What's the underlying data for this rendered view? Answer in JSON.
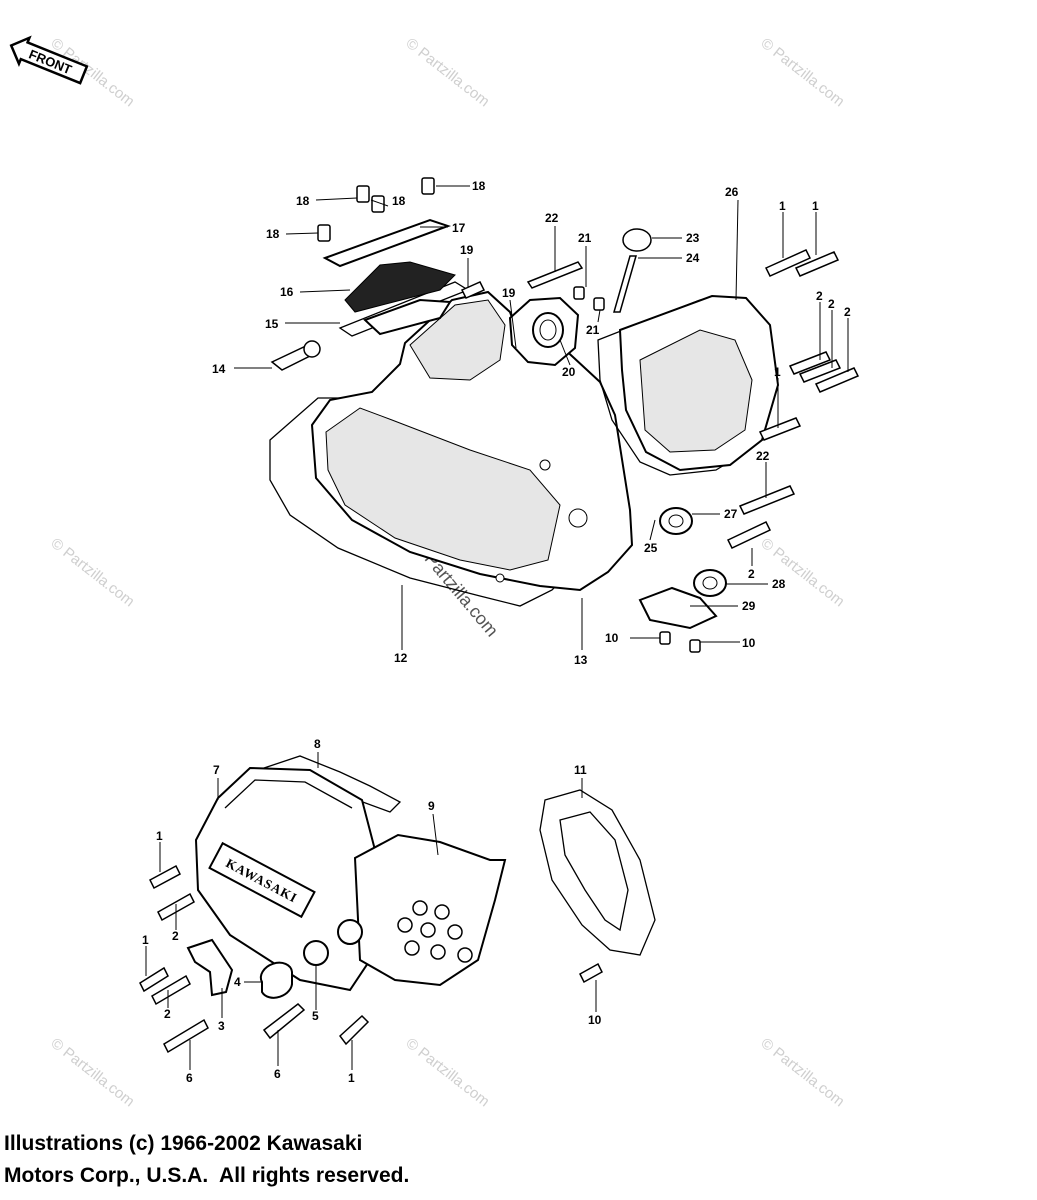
{
  "front_arrow": {
    "label": "FRONT"
  },
  "watermark": "© Partzilla.com",
  "brand_plate": "KAWASAKI",
  "callouts": {
    "c1a": "1",
    "c1b": "1",
    "c1c": "1",
    "c1d": "1",
    "c1e": "1",
    "c1f": "1",
    "c2a": "2",
    "c2b": "2",
    "c2c": "2",
    "c2d": "2",
    "c2e": "2",
    "c2f": "2",
    "c3": "3",
    "c4": "4",
    "c5": "5",
    "c6a": "6",
    "c6b": "6",
    "c7": "7",
    "c8": "8",
    "c9": "9",
    "c10a": "10",
    "c10b": "10",
    "c10c": "10",
    "c11": "11",
    "c12": "12",
    "c13": "13",
    "c14": "14",
    "c15": "15",
    "c16": "16",
    "c17": "17",
    "c18a": "18",
    "c18b": "18",
    "c18c": "18",
    "c18d": "18",
    "c19a": "19",
    "c19b": "19",
    "c20": "20",
    "c21a": "21",
    "c21b": "21",
    "c22a": "22",
    "c22b": "22",
    "c23": "23",
    "c24": "24",
    "c25": "25",
    "c26": "26",
    "c27": "27",
    "c28": "28",
    "c29": "29"
  },
  "copyright": {
    "line1": "Illustrations (c) 1966-2002 Kawasaki",
    "line2": "Motors Corp., U.S.A.  All rights reserved."
  }
}
